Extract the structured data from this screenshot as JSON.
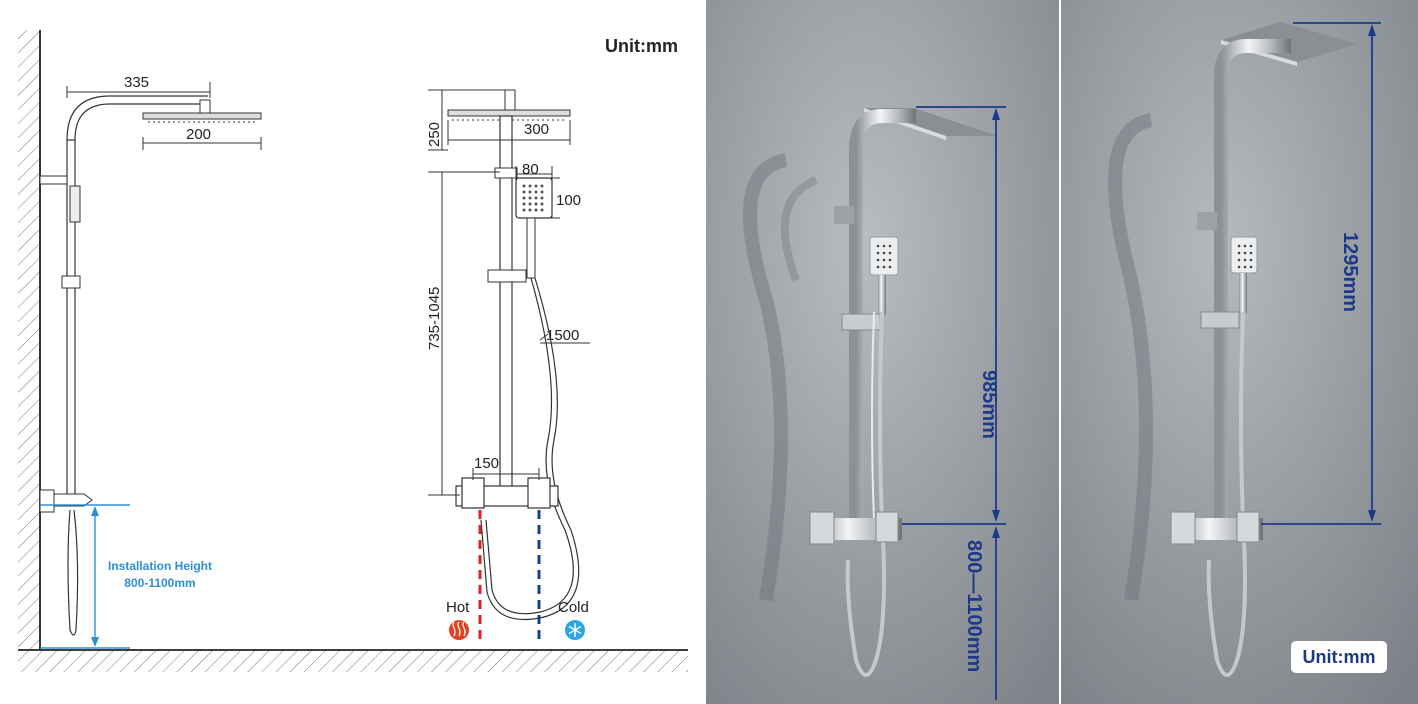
{
  "drawing": {
    "unit": "Unit:mm",
    "side_view": {
      "arm_length": "335",
      "head_width": "200",
      "installation_label": "Installation Height",
      "installation_range": "800-1100mm"
    },
    "front_view": {
      "head_height": "250",
      "head_size": "300",
      "hand_shower_width": "80",
      "hand_shower_height": "100",
      "slide_range": "735-1045",
      "hose_length": "1500",
      "valve_center": "150",
      "hot_label": "Hot",
      "cold_label": "Cold"
    }
  },
  "photos": {
    "left": {
      "height_label": "985mm",
      "install_label": "800—1100mm"
    },
    "right": {
      "height_label": "1295mm",
      "unit_badge": "Unit:mm"
    }
  },
  "colors": {
    "hot": "#e02020",
    "cold": "#1a3f8a",
    "dimension_blue": "#1d3a8a",
    "install_blue": "#2e8fd0"
  }
}
